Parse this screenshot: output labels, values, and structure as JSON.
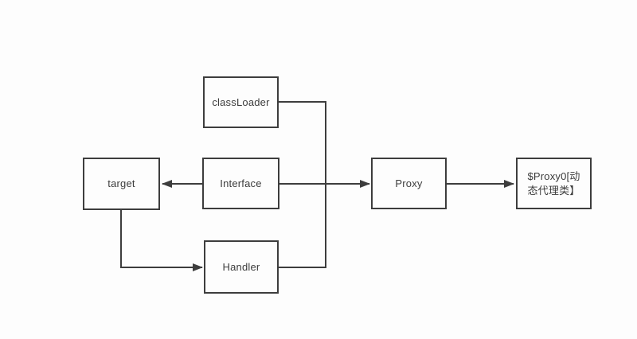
{
  "theme": {
    "line_color": "#3d3d3d",
    "text_color": "#3c3c3c",
    "background_color": "#fdfdfd"
  },
  "diagram": {
    "type": "flow-diagram",
    "nodes": {
      "classloader": {
        "label": "classLoader"
      },
      "target": {
        "label": "target"
      },
      "interface": {
        "label": "Interface"
      },
      "handler": {
        "label": "Handler"
      },
      "proxy": {
        "label": "Proxy"
      },
      "proxy0": {
        "label": "$Proxy0[动态代理类】"
      }
    },
    "edges": [
      {
        "from": "classLoader",
        "to": "junction",
        "arrow": false
      },
      {
        "from": "Handler",
        "to": "junction",
        "arrow": false
      },
      {
        "from": "Interface",
        "to": "Proxy",
        "arrow": true
      },
      {
        "from": "Interface",
        "to": "target",
        "arrow": true
      },
      {
        "from": "target",
        "to": "Handler",
        "arrow": true
      },
      {
        "from": "Proxy",
        "to": "$Proxy0[动态代理类】",
        "arrow": true
      }
    ]
  }
}
